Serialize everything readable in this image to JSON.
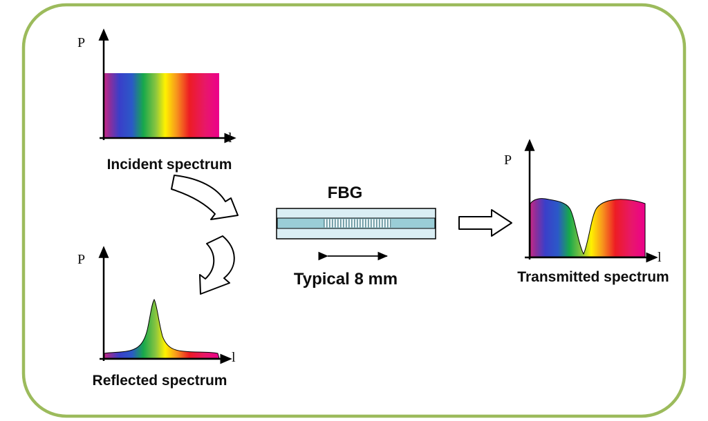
{
  "colors": {
    "border": "#9cbb5c",
    "axis": "#000000",
    "fiber_outer": "#daeef4",
    "fiber_core": "#9acdd6",
    "grating_line": "#5f8f99",
    "grating_bg": "#eef7f9",
    "arrow_fill": "#ffffff",
    "arrow_stroke": "#000000",
    "rainbow": [
      {
        "o": "0%",
        "c": "#c42887"
      },
      {
        "o": "5%",
        "c": "#8a2f9c"
      },
      {
        "o": "13%",
        "c": "#3a3fc9"
      },
      {
        "o": "24%",
        "c": "#2b59c8"
      },
      {
        "o": "34%",
        "c": "#17a84b"
      },
      {
        "o": "45%",
        "c": "#8dc63f"
      },
      {
        "o": "53%",
        "c": "#fff200"
      },
      {
        "o": "63%",
        "c": "#f7941d"
      },
      {
        "o": "74%",
        "c": "#ed1c24"
      },
      {
        "o": "88%",
        "c": "#e8176a"
      },
      {
        "o": "100%",
        "c": "#ec008c"
      }
    ]
  },
  "labels": {
    "p_axis": "P",
    "l_axis": "l",
    "incident_caption": "Incident spectrum",
    "reflected_caption": "Reflected spectrum",
    "transmitted_caption": "Transmitted spectrum",
    "fbg_title": "FBG",
    "typical_length": "Typical 8 mm"
  }
}
